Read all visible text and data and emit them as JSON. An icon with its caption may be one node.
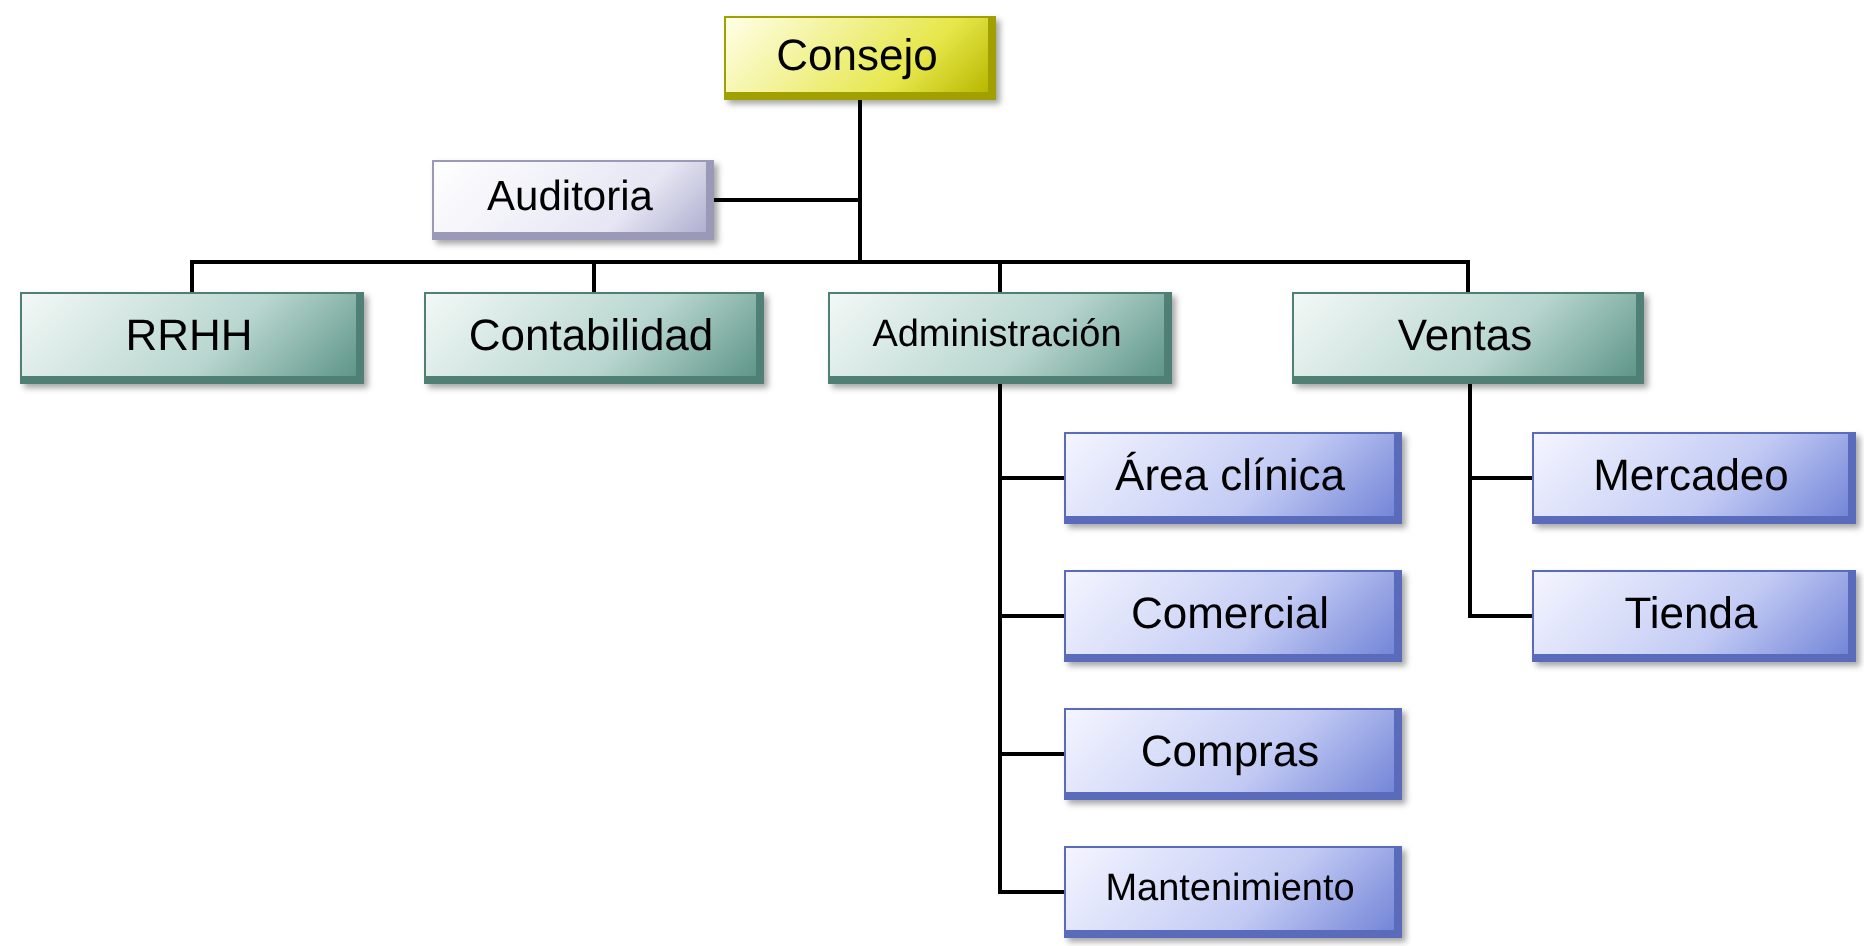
{
  "diagram": {
    "nodes": [
      {
        "text": [
          "Consejo"
        ]
      },
      {
        "text": [
          "Auditoria"
        ]
      },
      {
        "text": [
          "RRHH"
        ]
      },
      {
        "text": [
          "Contabilidad"
        ]
      },
      {
        "text": [
          "Administración"
        ]
      },
      {
        "text": [
          "Ventas"
        ]
      },
      {
        "text": [
          "Área clínica"
        ]
      },
      {
        "text": [
          "Comercial"
        ]
      },
      {
        "text": [
          "Compras"
        ]
      },
      {
        "text": [
          "Mantenimiento"
        ]
      },
      {
        "text": [
          "Mercadeo"
        ]
      },
      {
        "text": [
          "Tienda"
        ]
      }
    ],
    "edges": [
      {
        "from": 0,
        "to": 1,
        "arrow": "none"
      },
      {
        "from": 0,
        "to": 2,
        "arrow": "none"
      },
      {
        "from": 0,
        "to": 3,
        "arrow": "none"
      },
      {
        "from": 0,
        "to": 4,
        "arrow": "none"
      },
      {
        "from": 0,
        "to": 5,
        "arrow": "none"
      },
      {
        "from": 4,
        "to": 6,
        "arrow": "none"
      },
      {
        "from": 4,
        "to": 7,
        "arrow": "none"
      },
      {
        "from": 4,
        "to": 8,
        "arrow": "none"
      },
      {
        "from": 4,
        "to": 9,
        "arrow": "none"
      },
      {
        "from": 5,
        "to": 10,
        "arrow": "none"
      },
      {
        "from": 5,
        "to": 11,
        "arrow": "none"
      }
    ]
  }
}
